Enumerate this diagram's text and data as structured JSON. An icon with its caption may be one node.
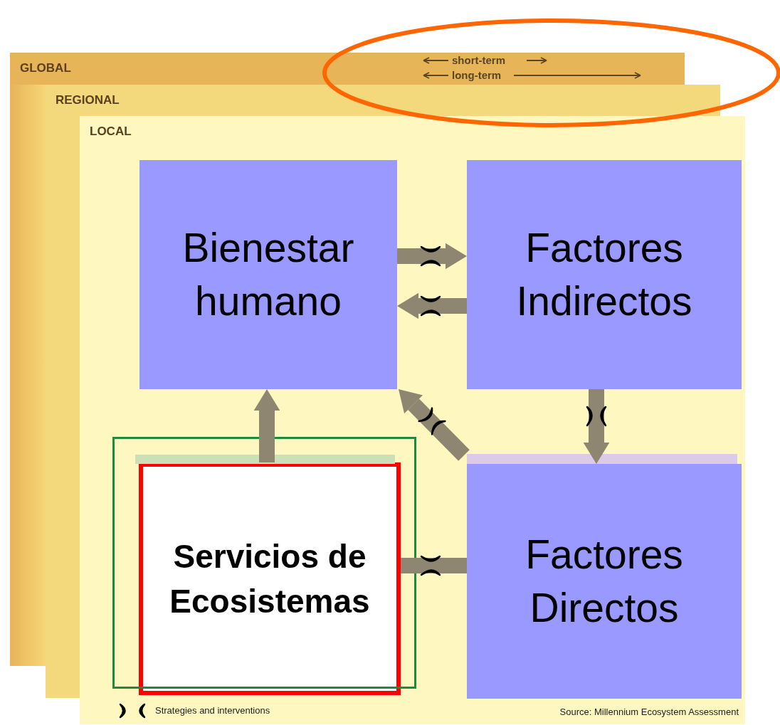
{
  "diagram": {
    "nodes": [
      {
        "text": [
          "GLOBAL",
          "short-term",
          "long-term"
        ]
      },
      {
        "text": [
          "REGIONAL"
        ]
      },
      {
        "text": [
          "LOCAL"
        ]
      },
      {
        "text": [
          "Bienestar humano"
        ],
        "in": 2
      },
      {
        "text": [
          "Factores Indirectos"
        ],
        "in": 2
      },
      {
        "text": [
          "Servicios de Ecosistemas"
        ],
        "in": 2
      },
      {
        "text": [
          "Factores Directos"
        ],
        "in": 2
      },
      {
        "text": [],
        "shape": "bar"
      },
      {
        "text": [],
        "shape": "bar"
      }
    ],
    "edges": [
      {
        "from": 3,
        "to": 4,
        "arrow": "to"
      },
      {
        "from": 4,
        "to": 3,
        "arrow": "to"
      },
      {
        "from": 4,
        "to": 6,
        "arrow": "to"
      },
      {
        "from": 6,
        "to": 3,
        "arrow": "to"
      },
      {
        "from": 5,
        "to": 3,
        "arrow": "to"
      },
      {
        "from": 6,
        "to": 5,
        "arrow": "none"
      }
    ],
    "labels": [
      "Source: Millennium Ecosystem Assessment"
    ],
    "legend": [
      {
        "text": "Strategies and interventions"
      }
    ]
  }
}
